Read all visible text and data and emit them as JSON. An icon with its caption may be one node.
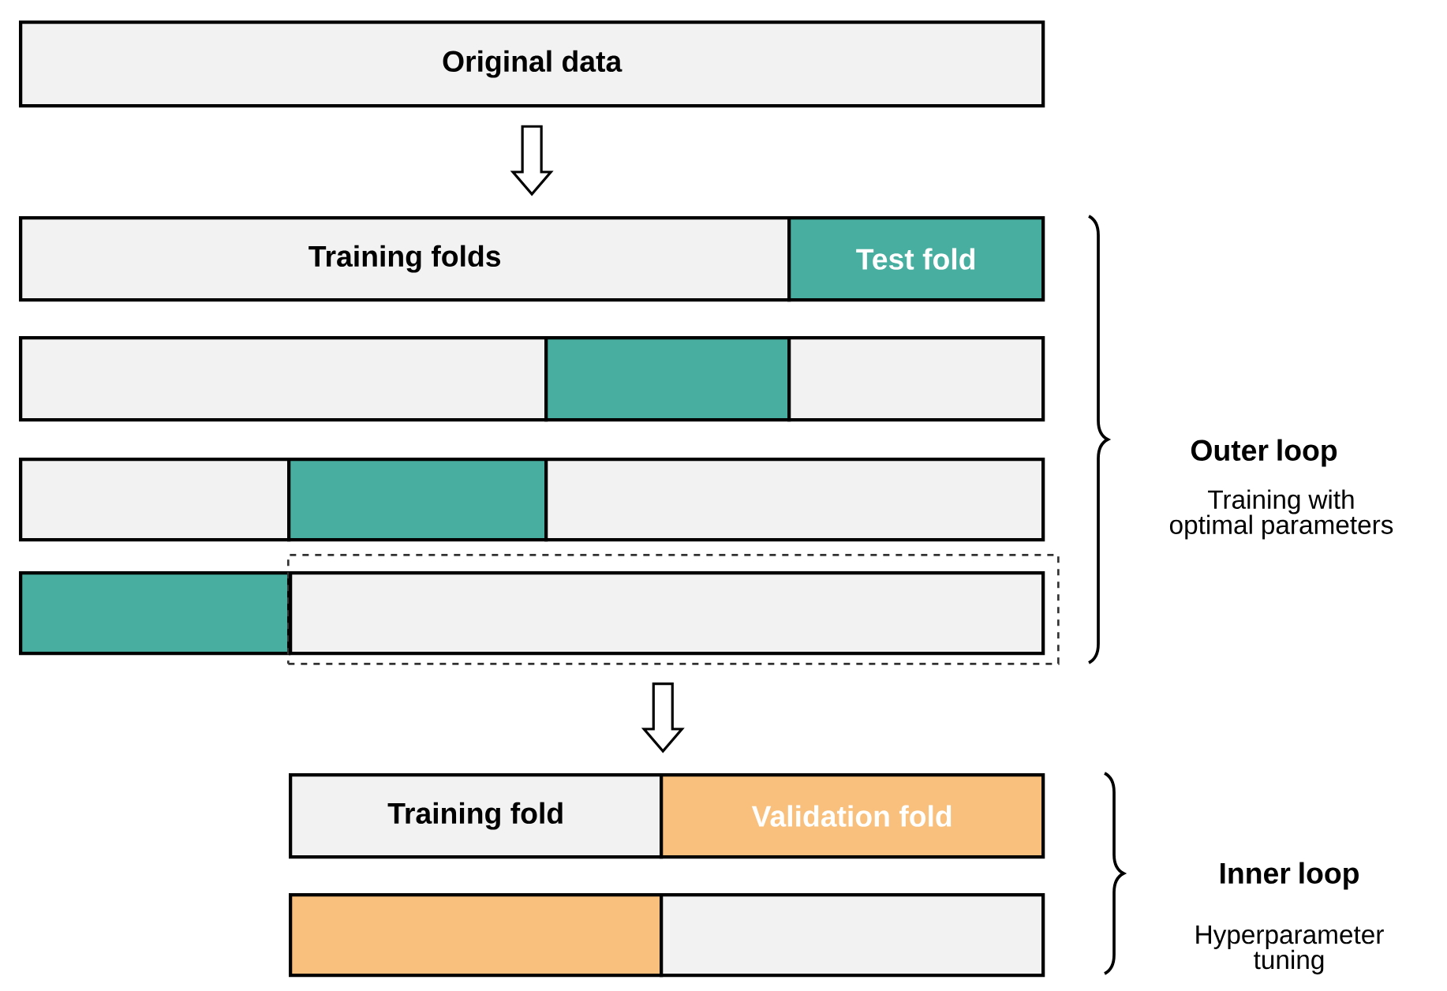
{
  "diagram": {
    "nodes": [
      {
        "text": [
          "Original data"
        ]
      },
      {
        "text": [
          "Training folds"
        ]
      },
      {
        "text": [
          "Test fold"
        ]
      },
      {
        "text": [],
        "shape": "box"
      },
      {
        "text": [],
        "shape": "box"
      },
      {
        "text": [],
        "shape": "box"
      },
      {
        "text": [],
        "shape": "box"
      },
      {
        "text": [],
        "shape": "box"
      },
      {
        "text": [],
        "shape": "box"
      },
      {
        "text": [],
        "shape": "box"
      },
      {
        "text": [],
        "shape": "box"
      },
      {
        "text": [],
        "shape": "box",
        "in": 10
      },
      {
        "text": [
          "Training fold"
        ]
      },
      {
        "text": [
          "Validation fold"
        ]
      },
      {
        "text": [],
        "shape": "box"
      },
      {
        "text": [],
        "shape": "box"
      }
    ],
    "edges": [
      {
        "from": 0,
        "to": 1,
        "arrow": "to"
      },
      {
        "from": 10,
        "to": 12,
        "arrow": "to"
      }
    ],
    "labels": [
      "Outer loop",
      "Training with optimal parameters",
      "Inner loop",
      "Hyperparameter tuning"
    ]
  }
}
